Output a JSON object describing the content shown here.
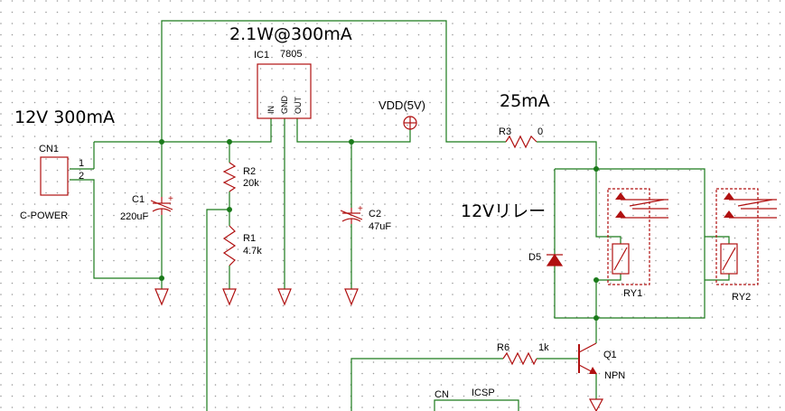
{
  "annotations": {
    "power_total": "2.1W@300mA",
    "supply": "12V 300mA",
    "relay_current": "25mA",
    "relay_note": "12Vリレー",
    "vdd": "VDD(5V)"
  },
  "parts": {
    "cn1": {
      "ref": "CN1",
      "value": "C-POWER",
      "pin1": "1",
      "pin2": "2"
    },
    "c1": {
      "ref": "C1",
      "value": "220uF"
    },
    "c2": {
      "ref": "C2",
      "value": "47uF"
    },
    "ic1": {
      "ref": "IC1",
      "value": "7805",
      "pins": [
        "IN",
        "GND",
        "OUT"
      ]
    },
    "r1": {
      "ref": "R1",
      "value": "4.7k"
    },
    "r2": {
      "ref": "R2",
      "value": "20k"
    },
    "r3": {
      "ref": "R3",
      "value": "0"
    },
    "r6": {
      "ref": "R6",
      "value": "1k"
    },
    "d5": {
      "ref": "D5"
    },
    "q1": {
      "ref": "Q1",
      "value": "NPN"
    },
    "ry1": {
      "ref": "RY1"
    },
    "ry2": {
      "ref": "RY2"
    },
    "cn_icsp": {
      "ref": "CN",
      "value": "ICSP"
    }
  },
  "colors": {
    "wire": "#1a7a1a",
    "part": "#b01010",
    "grid_dot": "#9a9a9a"
  }
}
